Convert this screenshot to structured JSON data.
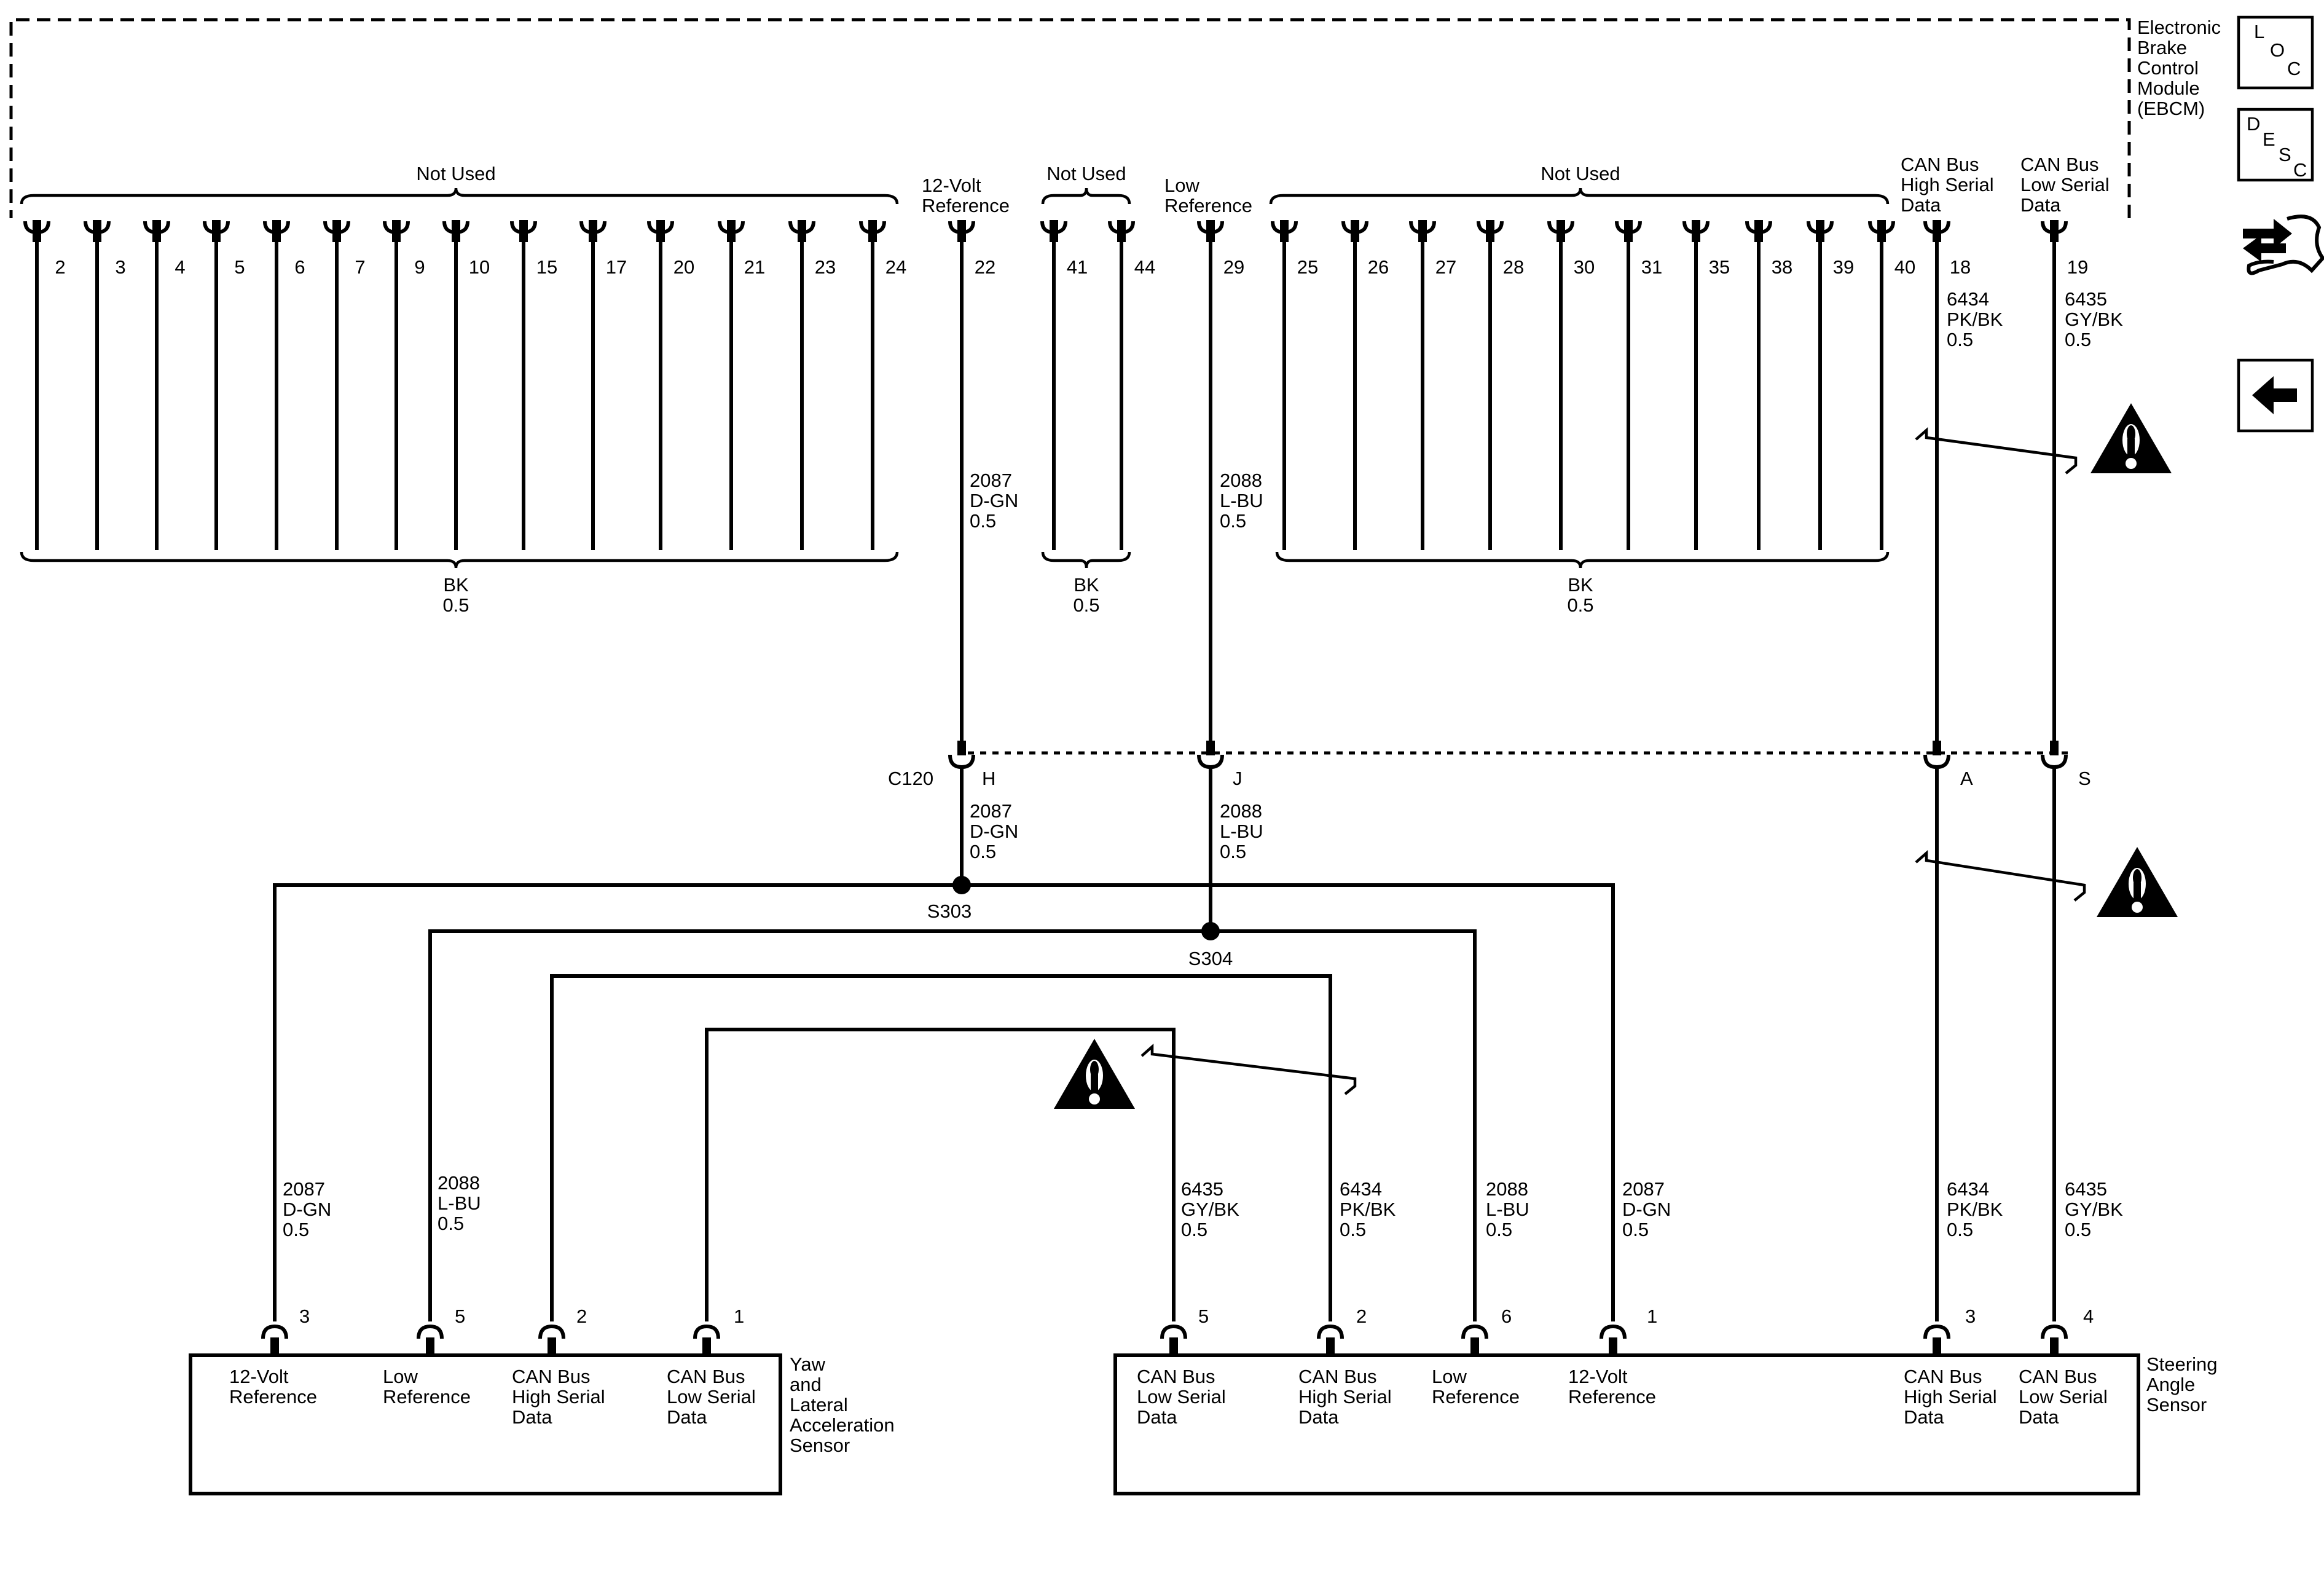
{
  "ebcm": {
    "name_lines": [
      "Electronic",
      "Brake",
      "Control",
      "Module",
      "(EBCM)"
    ],
    "groups": [
      {
        "label": "Not Used",
        "pins": [
          "2",
          "3",
          "4",
          "5",
          "6",
          "7",
          "9",
          "10",
          "15",
          "17",
          "20",
          "21",
          "23",
          "24"
        ],
        "wire_color": "BK",
        "wire_size": "0.5"
      },
      {
        "label_lines": [
          "12-Volt",
          "Reference"
        ],
        "pins": [
          "22"
        ]
      },
      {
        "label": "Not Used",
        "pins": [
          "41",
          "44"
        ],
        "wire_color": "BK",
        "wire_size": "0.5"
      },
      {
        "label_lines": [
          "Low",
          "Reference"
        ],
        "pins": [
          "29"
        ]
      },
      {
        "label": "Not Used",
        "pins": [
          "25",
          "26",
          "27",
          "28",
          "30",
          "31",
          "35",
          "38",
          "39",
          "40"
        ],
        "wire_color": "BK",
        "wire_size": "0.5"
      },
      {
        "label_lines": [
          "CAN Bus",
          "High Serial",
          "Data"
        ],
        "pins": [
          "18"
        ]
      },
      {
        "label_lines": [
          "CAN Bus",
          "Low Serial",
          "Data"
        ],
        "pins": [
          "19"
        ]
      }
    ]
  },
  "side_icons": {
    "loc": [
      "L",
      "O",
      "C"
    ],
    "desc": [
      "D",
      "E",
      "S",
      "C"
    ],
    "tool": "wrench-arrows-icon",
    "back": "left-arrow-icon"
  },
  "connector": {
    "name": "C120",
    "pins": [
      "H",
      "J",
      "A",
      "S"
    ]
  },
  "splices": [
    "S303",
    "S304"
  ],
  "wires": {
    "w2087": [
      "2087",
      "D-GN",
      "0.5"
    ],
    "w2088": [
      "2088",
      "L-BU",
      "0.5"
    ],
    "w6434": [
      "6434",
      "PK/BK",
      "0.5"
    ],
    "w6435": [
      "6435",
      "GY/BK",
      "0.5"
    ]
  },
  "yaw_sensor": {
    "name_lines": [
      "Yaw",
      "and",
      "Lateral",
      "Acceleration",
      "Sensor"
    ],
    "pins": [
      "3",
      "5",
      "2",
      "1"
    ],
    "terminals": [
      [
        "12-Volt",
        "Reference"
      ],
      [
        "Low",
        "Reference"
      ],
      [
        "CAN Bus",
        "High Serial",
        "Data"
      ],
      [
        "CAN Bus",
        "Low Serial",
        "Data"
      ]
    ]
  },
  "steering_sensor": {
    "name_lines": [
      "Steering",
      "Angle",
      "Sensor"
    ],
    "pins": [
      "5",
      "2",
      "6",
      "1",
      "3",
      "4"
    ],
    "terminals": [
      [
        "CAN Bus",
        "Low Serial",
        "Data"
      ],
      [
        "CAN Bus",
        "High Serial",
        "Data"
      ],
      [
        "Low",
        "Reference"
      ],
      [
        "12-Volt",
        "Reference"
      ],
      [
        "CAN Bus",
        "High Serial",
        "Data"
      ],
      [
        "CAN Bus",
        "Low Serial",
        "Data"
      ]
    ]
  },
  "warning_icon": "caution-triangle-icon",
  "colors": {
    "ink": "#000000",
    "paper": "#ffffff"
  }
}
